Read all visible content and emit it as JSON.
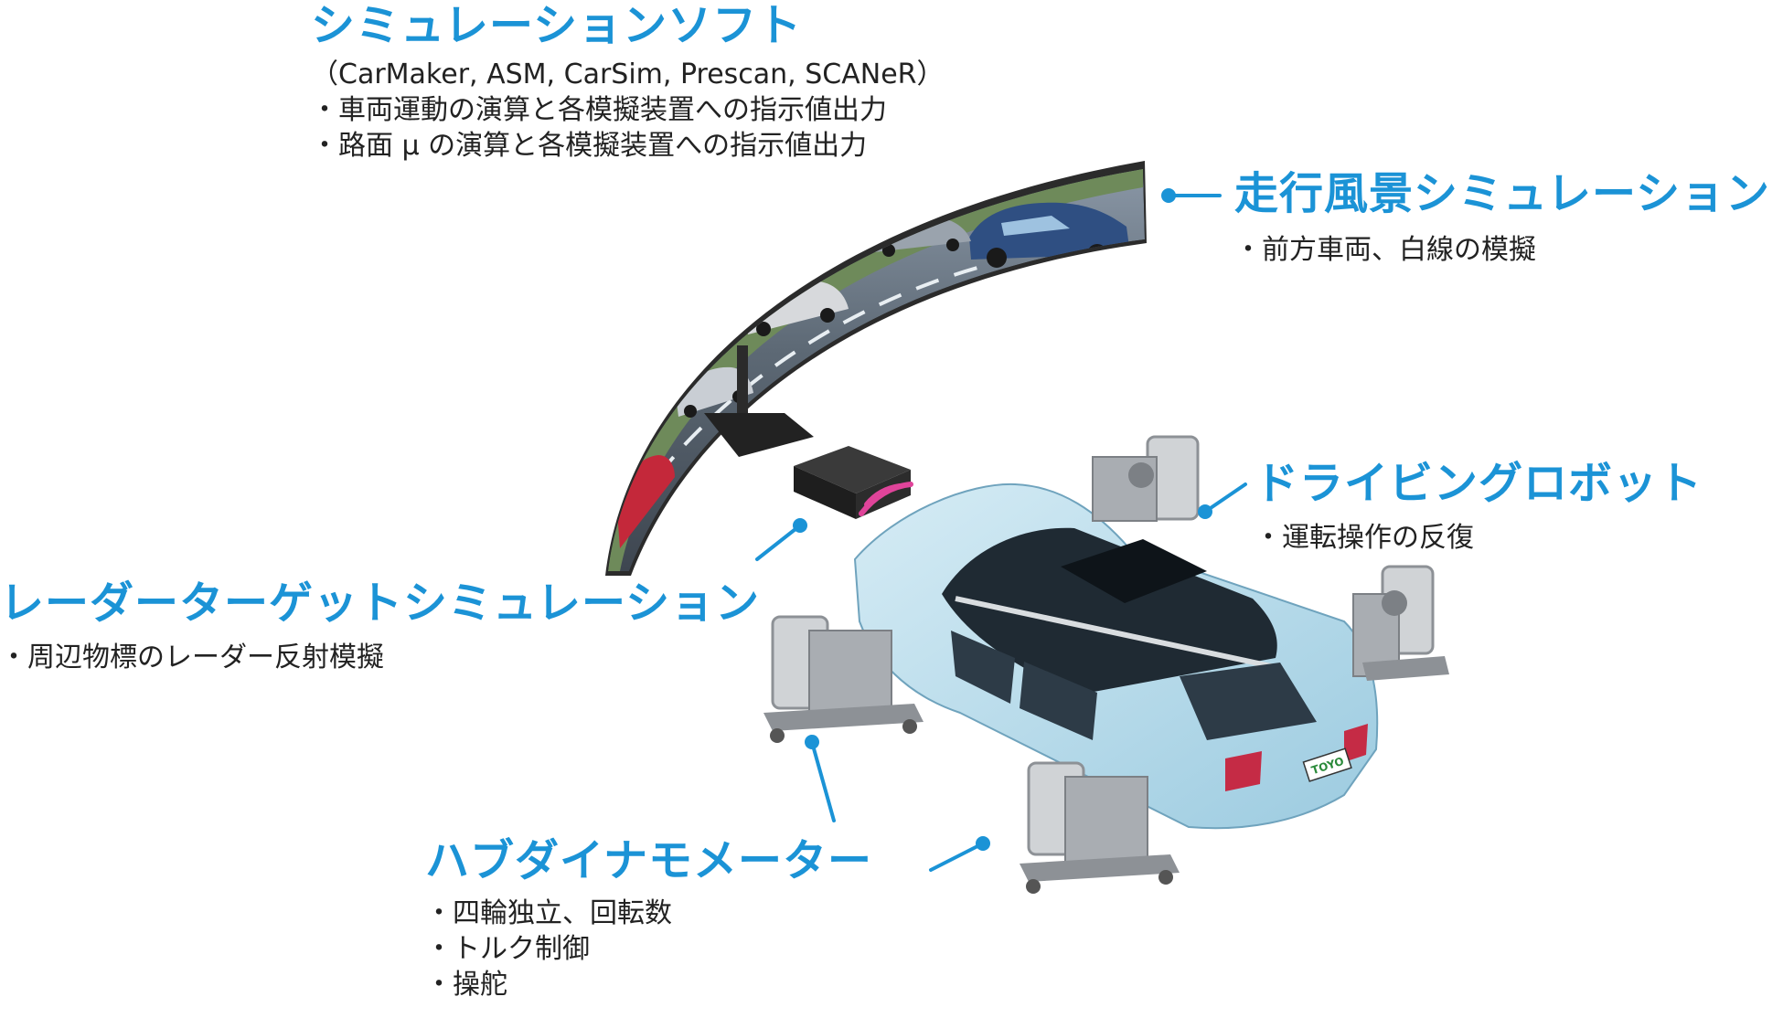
{
  "colors": {
    "accent": "#1b93d6",
    "text": "#222222",
    "car_body": "#b8dcea",
    "screen_frame": "#2b2b2b",
    "wireless": "#e0449a"
  },
  "sim_software": {
    "title": "シミュレーションソフト",
    "products": "（CarMaker, ASM, CarSim, Prescan, SCANeR）",
    "bullets": [
      "・車両運動の演算と各模擬装置への指示値出力",
      "・路面 μ の演算と各模擬装置への指示値出力"
    ]
  },
  "scenery_sim": {
    "title": "走行風景シミュレーション",
    "bullets": [
      "・前方車両、白線の模擬"
    ]
  },
  "driving_robot": {
    "title": "ドライビングロボット",
    "bullets": [
      "・運転操作の反復"
    ]
  },
  "radar_sim": {
    "title": "レーダーターゲットシミュレーション",
    "bullets": [
      "・周辺物標のレーダー反射模擬"
    ]
  },
  "hub_dyno": {
    "title": "ハブダイナモメーター",
    "bullets": [
      "・四輪独立、回転数",
      "・トルク制御",
      "・操舵"
    ]
  },
  "car": {
    "plate": "TOYO"
  }
}
